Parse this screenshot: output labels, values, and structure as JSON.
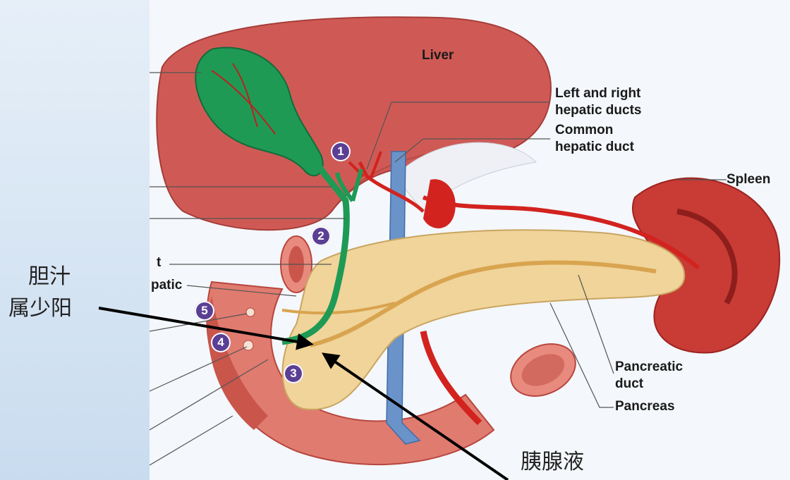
{
  "labels": {
    "liver": "Liver",
    "hepatic_ducts": [
      "Left and right",
      "hepatic ducts"
    ],
    "common_hepatic": [
      "Common",
      "hepatic duct"
    ],
    "spleen": "Spleen",
    "pancreatic_duct": [
      "Pancreatic",
      "duct"
    ],
    "pancreas": "Pancreas",
    "partial_t": "t",
    "partial_patic": "patic"
  },
  "annotations": {
    "bile": [
      "胆汁",
      "属少阳"
    ],
    "pancreatic_juice": "胰腺液"
  },
  "badges": [
    "1",
    "2",
    "3",
    "4",
    "5"
  ],
  "colors": {
    "liver": "#cf5a55",
    "gallbladder": "#1f9a55",
    "pancreas": "#f0d49a",
    "artery": "#d2231f",
    "vein": "#6a93c9",
    "badge": "#5b3f94"
  }
}
